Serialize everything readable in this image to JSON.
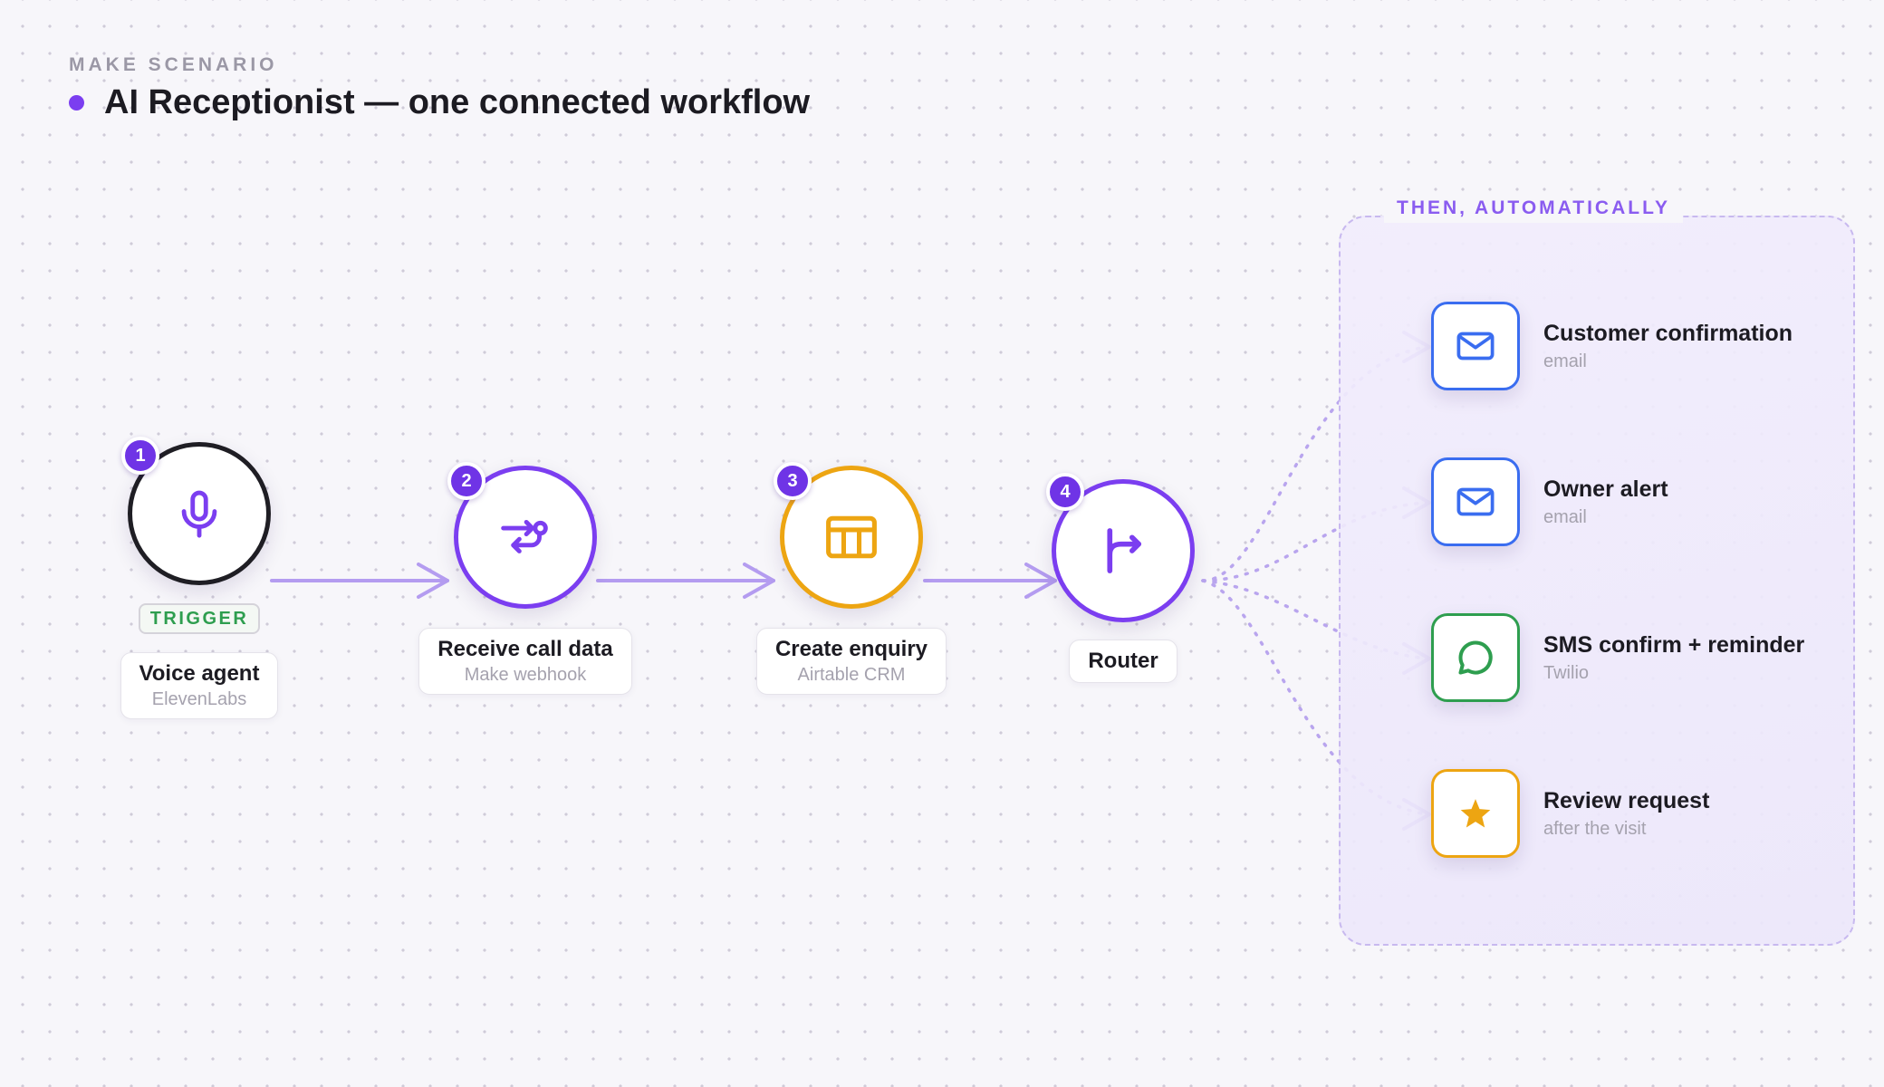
{
  "header": {
    "eyebrow": "MAKE SCENARIO",
    "title": "AI Receptionist — one connected workflow"
  },
  "steps": [
    {
      "number": "1",
      "icon": "microphone-icon",
      "title": "Voice agent",
      "subtitle": "ElevenLabs",
      "tag": "TRIGGER"
    },
    {
      "number": "2",
      "icon": "webhook-icon",
      "title": "Receive call data",
      "subtitle": "Make webhook"
    },
    {
      "number": "3",
      "icon": "table-icon",
      "title": "Create enquiry",
      "subtitle": "Airtable CRM"
    },
    {
      "number": "4",
      "icon": "router-split-icon",
      "title": "Router"
    }
  ],
  "panel": {
    "label": "THEN, AUTOMATICALLY",
    "outputs": [
      {
        "icon": "mail-icon",
        "title": "Customer confirmation",
        "subtitle": "email"
      },
      {
        "icon": "mail-icon",
        "title": "Owner alert",
        "subtitle": "email"
      },
      {
        "icon": "chat-bubble-icon",
        "title": "SMS confirm + reminder",
        "subtitle": "Twilio"
      },
      {
        "icon": "star-icon",
        "title": "Review request",
        "subtitle": "after the visit"
      }
    ]
  },
  "colors": {
    "accent": "#7b3ef0",
    "connector": "#b49cf0",
    "dark": "#1f1e24",
    "amber": "#eda512",
    "blue": "#3a6df0",
    "green": "#2e9e4f"
  }
}
